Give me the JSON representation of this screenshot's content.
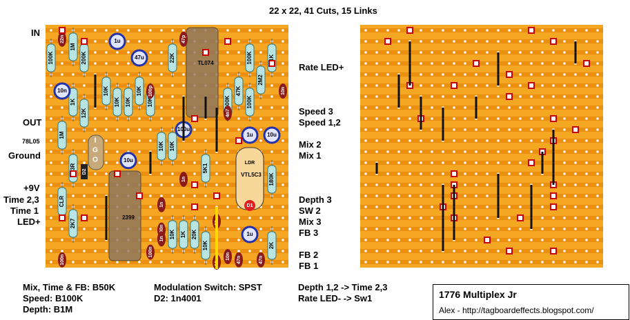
{
  "header": {
    "board_info": "22 x 22, 41 Cuts, 15 Links"
  },
  "left_labels": [
    "IN",
    "OUT",
    "78L05",
    "Ground",
    "+9V",
    "Time 2,3",
    "Time 1",
    "LED+"
  ],
  "right_labels": [
    "Rate LED+",
    "Speed 3",
    "Speed 1,2",
    "Mix 2",
    "Mix 1",
    "Depth 3",
    "SW 2",
    "Mix 3",
    "FB 3",
    "FB 2",
    "FB 1"
  ],
  "ic_labels": {
    "ic1": "TL074",
    "ic2": "2399",
    "ldr": "LDR",
    "vtl": "VTL5C3",
    "d1": "D1",
    "d2": "D2",
    "reg": [
      "I",
      "G",
      "O"
    ]
  },
  "resistors": [
    "22n",
    "1M",
    "100K",
    "200K",
    "1u",
    "10K",
    "47u",
    "10K",
    "10K",
    "10K",
    "1K",
    "12K",
    "1M",
    "33R",
    "CLR",
    "2K7",
    "10K",
    "10K",
    "10K",
    "20K",
    "10K",
    "1K",
    "10K",
    "22K",
    "2M2",
    "100K",
    "47K",
    "100K",
    "1K",
    "100K",
    "5K1",
    "180K",
    "2K",
    "47p",
    "100p",
    "10n",
    "4n7",
    "100u",
    "1u",
    "10u",
    "10u",
    "1n",
    "1n",
    "1u",
    "10n",
    "100n",
    "100n",
    "100n",
    "10n",
    "22n",
    "47n",
    "47n",
    "10n",
    "1n"
  ],
  "notes": {
    "pots": "Mix, Time & FB: B50K",
    "speed": "Speed: B100K",
    "depth": "Depth: B1M",
    "switch": "Modulation Switch: SPST",
    "diode": "D2: 1n4001",
    "depth_map": "Depth 1,2 -> Time 2,3",
    "rate_map": "Rate LED- -> Sw1"
  },
  "title": {
    "name": "1776 Multiplex Jr",
    "author": "Alex - http://tagboardeffects.blogspot.com/"
  },
  "colors": {
    "board": "#f5a623",
    "strip": "#e07b00",
    "hole": "#ffffff",
    "resistor": "#b9e4e4",
    "cap_elec": "#2233aa",
    "cap_film": "#8b1a1a",
    "cut": "#cc0000",
    "link": "#111111",
    "ic": "#8a7560"
  }
}
